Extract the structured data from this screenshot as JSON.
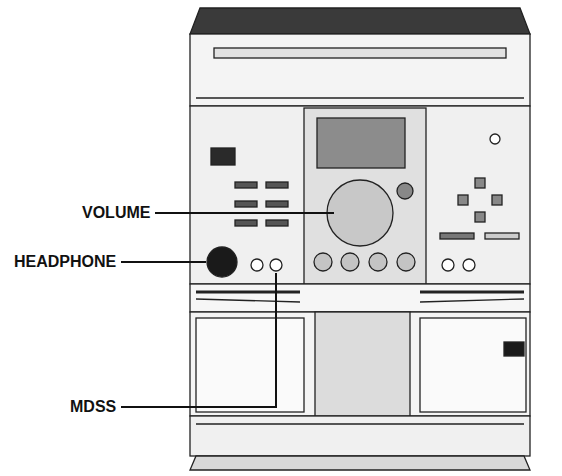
{
  "diagram": {
    "labels": [
      "VOLUME",
      "HEADPHONE",
      "MDSS"
    ]
  }
}
